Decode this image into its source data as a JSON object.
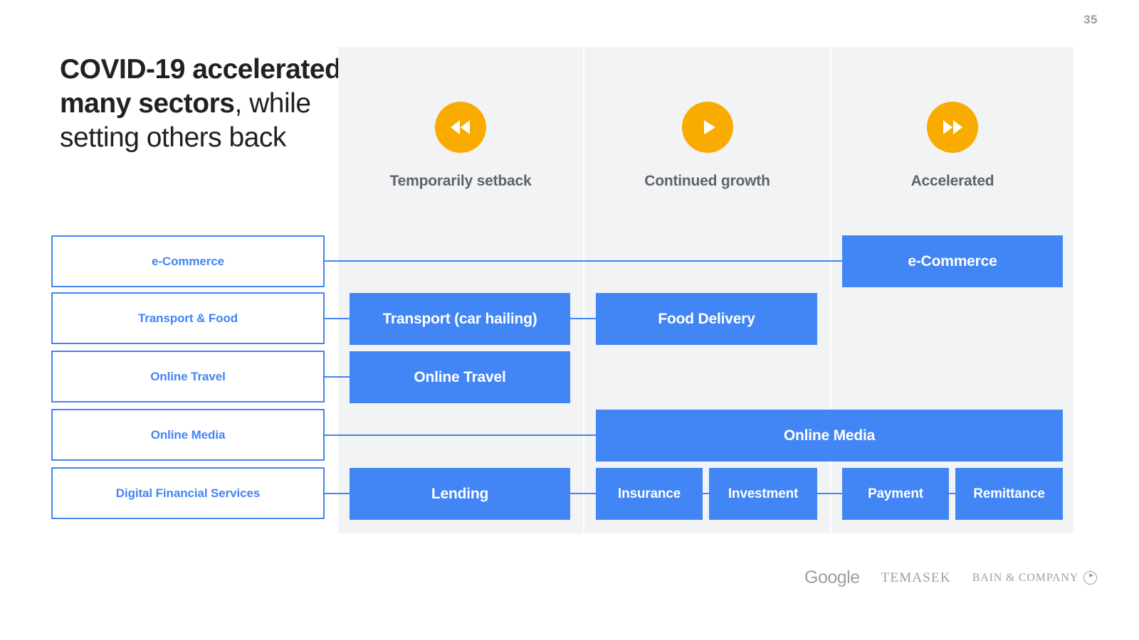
{
  "slide": {
    "page_number": "35",
    "title_bold": "COVID-19 accelerated many sectors",
    "title_rest": ", while setting others back",
    "accent_blue": "#4285F4",
    "accent_orange": "#F9AB00",
    "panel_gray": "#f1f3f4"
  },
  "columns": [
    {
      "id": "temporarily-setback",
      "label": "Temporarily setback",
      "icon": "rewind-icon"
    },
    {
      "id": "continued-growth",
      "label": "Continued growth",
      "icon": "play-icon"
    },
    {
      "id": "accelerated",
      "label": "Accelerated",
      "icon": "fast-forward-icon"
    }
  ],
  "categories": [
    {
      "id": "e-commerce",
      "label": "e-Commerce"
    },
    {
      "id": "transport-food",
      "label": "Transport & Food"
    },
    {
      "id": "online-travel",
      "label": "Online Travel"
    },
    {
      "id": "online-media",
      "label": "Online Media"
    },
    {
      "id": "digital-financial-services",
      "label": "Digital Financial Services"
    }
  ],
  "boxes": {
    "e_commerce_accelerated": "e-Commerce",
    "transport_car_hailing": "Transport (car hailing)",
    "food_delivery": "Food Delivery",
    "online_travel": "Online Travel",
    "online_media": "Online Media",
    "lending": "Lending",
    "insurance": "Insurance",
    "investment": "Investment",
    "payment": "Payment",
    "remittance": "Remittance"
  },
  "mapping": {
    "e-Commerce": [
      "Accelerated"
    ],
    "Transport & Food": [
      "Temporarily setback",
      "Continued growth"
    ],
    "Online Travel": [
      "Temporarily setback"
    ],
    "Online Media": [
      "Continued growth",
      "Accelerated"
    ],
    "Digital Financial Services": [
      "Temporarily setback",
      "Continued growth",
      "Accelerated"
    ]
  },
  "footer": {
    "google": "Google",
    "temasek": "TEMASEK",
    "bain": "BAIN & COMPANY"
  }
}
